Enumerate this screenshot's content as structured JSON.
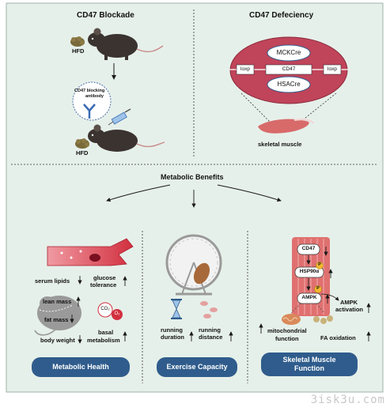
{
  "top_left": {
    "title": "CD47 Blockade",
    "hfd_top": "HFD",
    "antibody_label_line1": "CD47 blocking",
    "antibody_label_line2": "antibody",
    "hfd_bottom": "HFD"
  },
  "top_right": {
    "title": "CD47 Defeciency",
    "mckcre": "MCKCre",
    "hsacre": "HSACre",
    "loxp_left": "loxp",
    "cd47": "CD47",
    "loxp_right": "loxp",
    "muscle_label": "skeletal muscle"
  },
  "metabolic_benefits": "Metabolic Benefits",
  "metabolic_health": {
    "serum_lipids": "serum lipids",
    "glucose_line1": "glucose",
    "glucose_line2": "tolerance",
    "lean_mass": "lean mass",
    "fat_mass": "fat mass",
    "body_weight": "body weight",
    "basal_line1": "basal",
    "basal_line2": "metabolism",
    "co2": "CO₂",
    "o2": "O₂",
    "button": "Metabolic Health"
  },
  "exercise": {
    "run_dur_line1": "running",
    "run_dur_line2": "duration",
    "run_dist_line1": "running",
    "run_dist_line2": "distance",
    "button": "Exercise Capacity"
  },
  "skeletal": {
    "cd47": "CD47",
    "hsp90": "HSP90α",
    "ampk": "AMPK",
    "p": "P",
    "ampk_act_line1": "AMPK",
    "ampk_act_line2": "activation",
    "mito_line1": "mitochondrial",
    "mito_line2": "function",
    "fa_oxidation": "FA oxidation",
    "button_line1": "Skeletal Muscle",
    "button_line2": "Function"
  },
  "watermark": "3isk3u.com",
  "colors": {
    "panel_bg": "#e6f0ea",
    "button": "#2f5c8c",
    "vessel": "#d83a4a",
    "muscle": "#e07070",
    "mouse": "#3a3330",
    "arrow": "#1a1a1a"
  }
}
